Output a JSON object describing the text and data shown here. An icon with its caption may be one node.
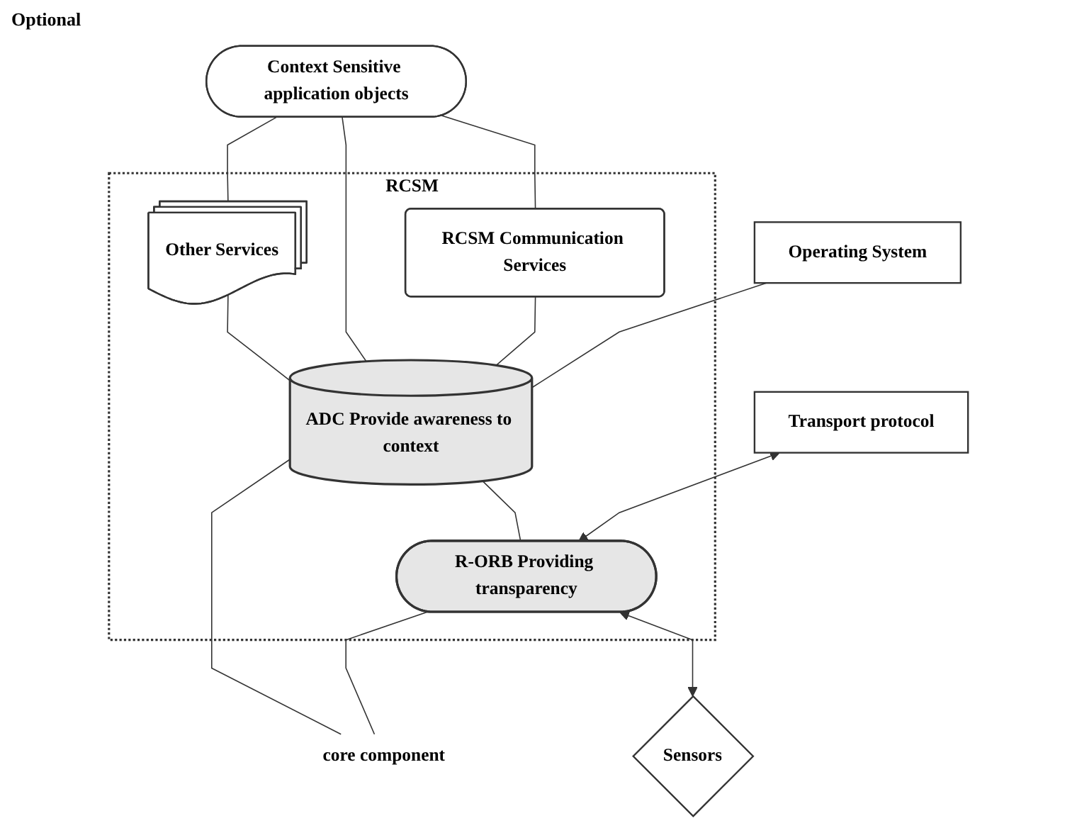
{
  "diagram": {
    "nodes": [
      {
        "text": [
          "Context Sensitive application objects"
        ]
      },
      {
        "text": [
          "RCSM"
        ]
      },
      {
        "text": [
          "RCSM Communication Services"
        ],
        "in": 1
      },
      {
        "text": [
          "Other Services"
        ],
        "in": 1
      },
      {
        "text": [
          "Operating System"
        ]
      },
      {
        "text": [
          "ADC Provide awareness to context"
        ],
        "in": 1
      },
      {
        "text": [
          "R-ORB Providing transparency"
        ],
        "in": 1
      },
      {
        "text": [
          "core component"
        ]
      },
      {
        "text": [
          "Transport protocol"
        ]
      },
      {
        "text": [
          "Sensors"
        ]
      }
    ],
    "edges": [
      {
        "from": 0,
        "to": 2,
        "arrow": "none"
      },
      {
        "from": 0,
        "to": 5,
        "arrow": "none"
      },
      {
        "from": 0,
        "to": 3,
        "arrow": "none"
      },
      {
        "from": 2,
        "to": 5,
        "arrow": "none"
      },
      {
        "from": 4,
        "to": 5,
        "arrow": "none"
      },
      {
        "from": 3,
        "to": 5,
        "arrow": "none"
      },
      {
        "from": 5,
        "to": 6,
        "arrow": "none"
      },
      {
        "from": 7,
        "to": 5,
        "arrow": "none"
      },
      {
        "from": 7,
        "to": 6,
        "arrow": "none"
      },
      {
        "from": 8,
        "to": 6,
        "arrow": "both"
      },
      {
        "from": 6,
        "to": 9,
        "arrow": "both"
      }
    ],
    "labels": [
      "Optional"
    ]
  }
}
